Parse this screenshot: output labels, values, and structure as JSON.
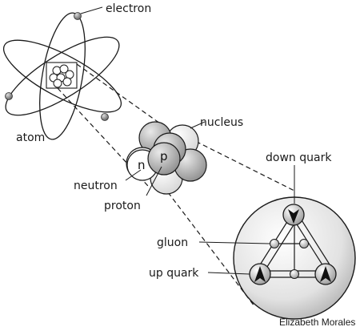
{
  "labels": {
    "electron": "electron",
    "atom": "atom",
    "nucleus": "nucleus",
    "neutron": "neutron",
    "proton": "proton",
    "n_letter": "n",
    "p_letter": "p",
    "down_quark": "down quark",
    "gluon": "gluon",
    "up_quark": "up quark",
    "credit": "Elizabeth Morales"
  },
  "colors": {
    "line": "#1a1a1a",
    "sphere_light": "#f2f2f2",
    "sphere_mid": "#bfbfbf",
    "sphere_dark": "#7d7d7d",
    "electron": "#8a8a8a"
  }
}
